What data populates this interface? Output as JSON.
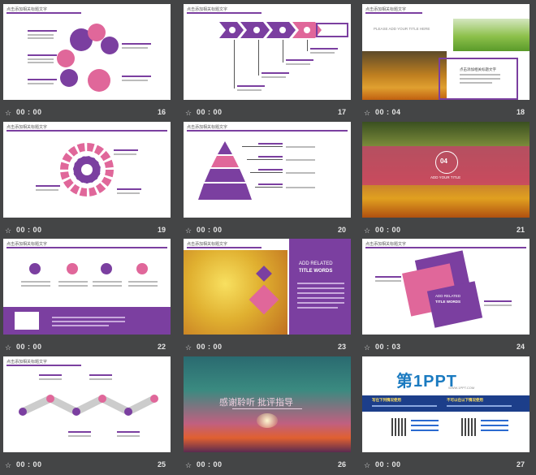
{
  "colors": {
    "purple": "#7b3fa0",
    "pink": "#e0679a",
    "background": "#444546"
  },
  "slides": [
    {
      "num": "16",
      "time": "00 : 00",
      "header": "点击添加相关标题文字"
    },
    {
      "num": "17",
      "time": "00 : 00",
      "header": "点击添加相关标题文字"
    },
    {
      "num": "18",
      "time": "00 : 04",
      "header": "点击添加相关标题文字",
      "subtitle": "PLEASE ADD YOUR TITLE HERE",
      "caption": "点击添加相关标题文字"
    },
    {
      "num": "19",
      "time": "00 : 00",
      "header": "点击添加相关标题文字"
    },
    {
      "num": "20",
      "time": "00 : 00",
      "header": "点击添加相关标题文字"
    },
    {
      "num": "21",
      "time": "00 : 00",
      "badge": "04",
      "badge_title": "ADD YOUR TITLE"
    },
    {
      "num": "22",
      "time": "00 : 00",
      "header": "点击添加相关标题文字"
    },
    {
      "num": "23",
      "time": "00 : 00",
      "header": "点击添加相关标题文字",
      "title1": "ADD RELATED",
      "title2": "TITLE WORDS"
    },
    {
      "num": "24",
      "time": "00 : 03",
      "header": "点击添加相关标题文字",
      "title1": "ADD RELATED",
      "title2": "TITLE WORDS"
    },
    {
      "num": "25",
      "time": "00 : 00",
      "header": "点击添加相关标题文字"
    },
    {
      "num": "26",
      "time": "00 : 00",
      "thanks": "感谢聆听 批评指导"
    },
    {
      "num": "27",
      "time": "00 : 00",
      "logo_text": "第1PPT",
      "logo_url": "WWW.1PPT.COM",
      "left_heading": "写在下列情况使用",
      "right_heading": "不可以在以下情况使用"
    }
  ]
}
